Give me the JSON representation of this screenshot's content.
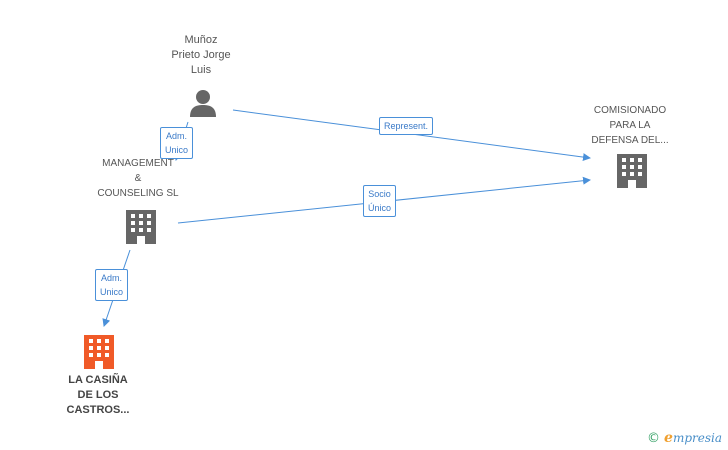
{
  "nodes": {
    "person": {
      "lines": [
        "Muñoz",
        "Prieto Jorge",
        "Luis"
      ],
      "type": "person"
    },
    "management": {
      "lines": [
        "MANAGEMENT",
        "&",
        "COUNSELING SL"
      ],
      "type": "company"
    },
    "comisionado": {
      "lines": [
        "COMISIONADO",
        "PARA LA",
        "DEFENSA DEL..."
      ],
      "type": "company"
    },
    "casina": {
      "lines": [
        "LA CASIÑA",
        "DE LOS",
        "CASTROS..."
      ],
      "type": "company",
      "highlight": true
    }
  },
  "edges": [
    {
      "from": "person",
      "to": "comisionado",
      "label": [
        "Represent."
      ]
    },
    {
      "from": "management",
      "to": "comisionado",
      "label": [
        "Socio",
        "Único"
      ]
    },
    {
      "from": "person",
      "to": "management",
      "label": [
        "Adm.",
        "Unico"
      ]
    },
    {
      "from": "management",
      "to": "casina",
      "label": [
        "Adm.",
        "Unico"
      ]
    }
  ],
  "colors": {
    "edge": "#4a90d9",
    "icon": "#666666",
    "highlight": "#f05a28"
  },
  "icons": {
    "person": "person-icon",
    "company": "building-icon"
  },
  "brand": {
    "copyright": "©",
    "e": "e",
    "name": "mpresia"
  }
}
